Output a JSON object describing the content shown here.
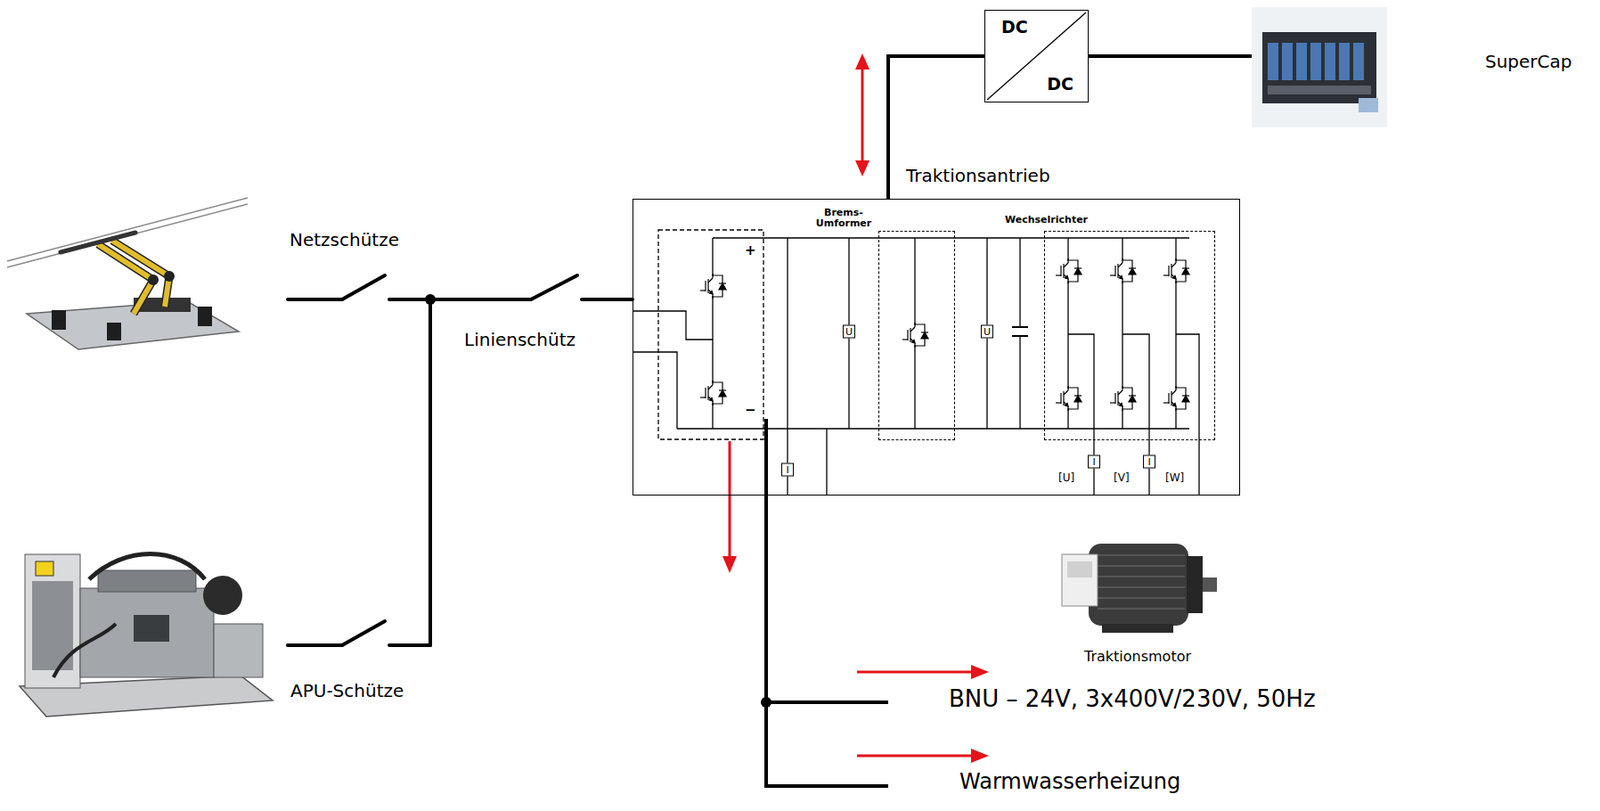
{
  "diagram": {
    "nodes": [
      {
        "text": [
          "DC",
          "DC"
        ]
      },
      {
        "text": [
          "SuperCap"
        ]
      },
      {
        "text": [
          "Traktionsantrieb"
        ]
      },
      {
        "text": [
          "Brems- Umformer"
        ],
        "in": 2
      },
      {
        "text": [
          "Wechselrichter"
        ],
        "in": 2
      },
      {
        "text": [
          "Traktionsmotor"
        ]
      }
    ],
    "edges": [
      {
        "from": 0,
        "to": 2,
        "arrow": "none"
      },
      {
        "from": 0,
        "to": 1,
        "arrow": "none"
      }
    ],
    "labels": [
      "Netzschütze",
      "Linienschütz",
      "APU-Schütze",
      "+",
      "−",
      "U",
      "U",
      "I",
      "I",
      "I",
      "[U]",
      "[V]",
      "[W]",
      "BNU – 24V, 3x400V/230V, 50Hz",
      "Warmwasserheizung"
    ]
  }
}
